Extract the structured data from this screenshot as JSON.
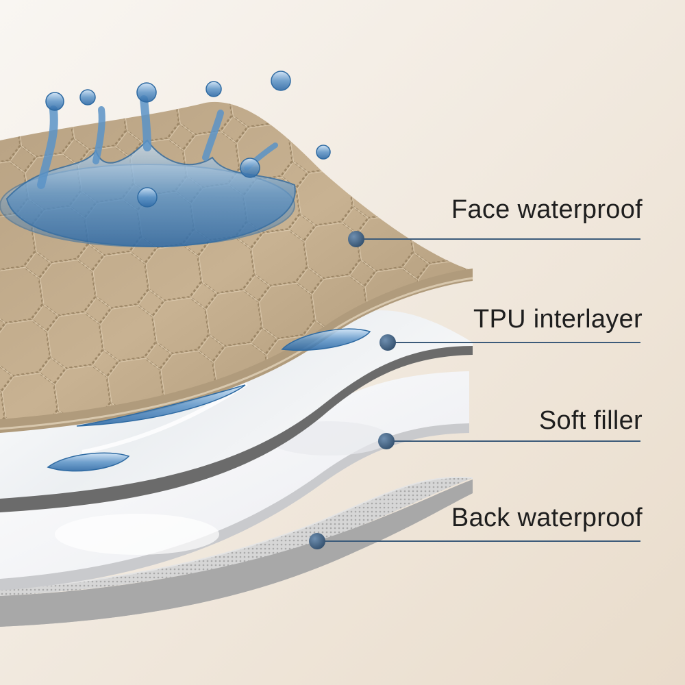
{
  "layers": [
    {
      "label": "Face waterproof",
      "color": "#c9b394"
    },
    {
      "label": "TPU interlayer",
      "color": "#f1f1f1"
    },
    {
      "label": "Soft filler",
      "color": "#f7f7f9"
    },
    {
      "label": "Back waterproof",
      "color": "#cfcfcf"
    }
  ],
  "colors": {
    "background": "#efe6da",
    "leader_line": "#3c5b7a",
    "text": "#1e1e1e",
    "water": "#5b93c7"
  },
  "icons": [
    "water-splash-icon",
    "water-droplet-icon"
  ]
}
